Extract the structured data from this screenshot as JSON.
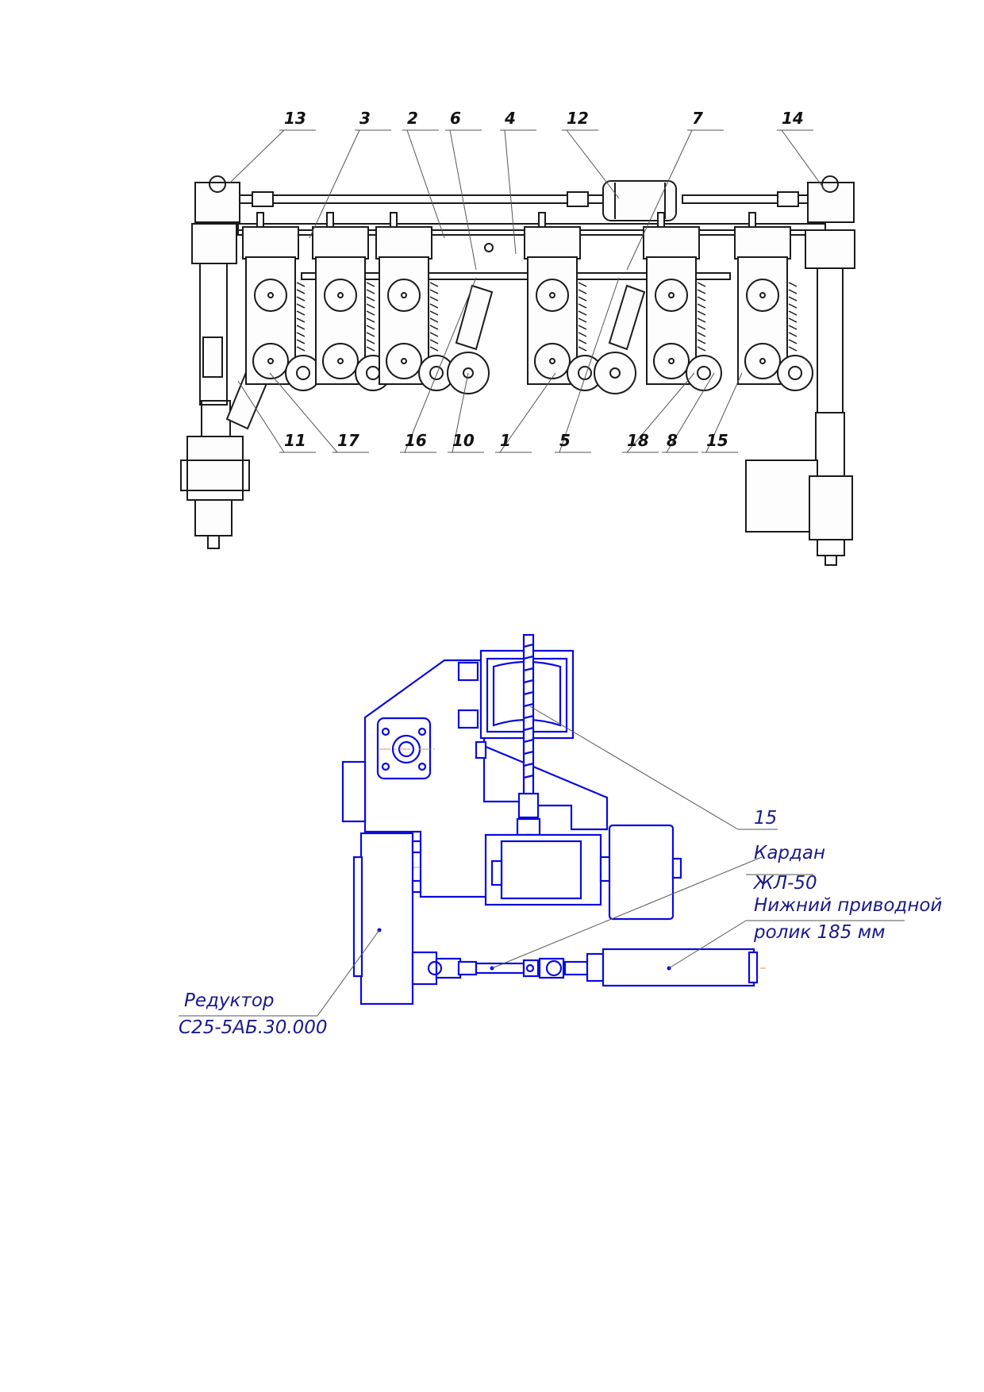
{
  "figure1": {
    "callouts": [
      "13",
      "3",
      "2",
      "6",
      "4",
      "12",
      "7",
      "14",
      "11",
      "17",
      "16",
      "10",
      "1",
      "5",
      "18",
      "8",
      "15"
    ]
  },
  "figure2": {
    "labels": {
      "item15": "15",
      "kardan_line1": "Кардан",
      "kardan_line2": "ЖЛ-50",
      "roller_line1": "Нижний приводной",
      "roller_line2": "ролик 185 мм",
      "reducer_line1": "Редуктор",
      "reducer_line2": "С25-5АБ.30.000"
    }
  },
  "colors": {
    "drawing_ink": "#1b1b1b",
    "cad_blue": "#0a0ae0",
    "centerline": "#e39a55"
  }
}
